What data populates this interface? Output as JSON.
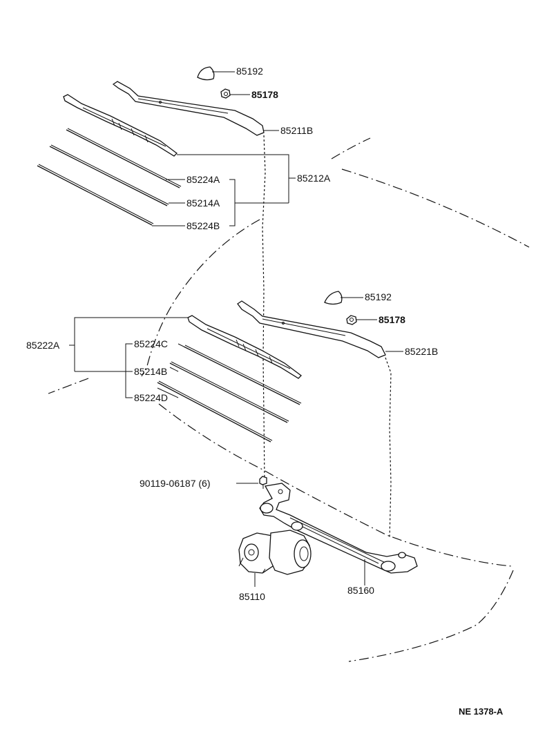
{
  "diagram_code": "NE  1378-A",
  "labels": {
    "cap_upper": "85192",
    "nut_upper": "85178",
    "arm_right": "85211B",
    "blade_assy_right": "85212A",
    "rubber_right_a": "85224A",
    "insert_right": "85214A",
    "rubber_right_b": "85224B",
    "cap_lower": "85192",
    "nut_lower": "85178",
    "arm_left": "85221B",
    "blade_assy_left": "85222A",
    "rubber_left_c": "85224C",
    "insert_left": "85214B",
    "rubber_left_d": "85224D",
    "bolt": "90119-06187 (6)",
    "motor": "85110",
    "link": "85160"
  }
}
